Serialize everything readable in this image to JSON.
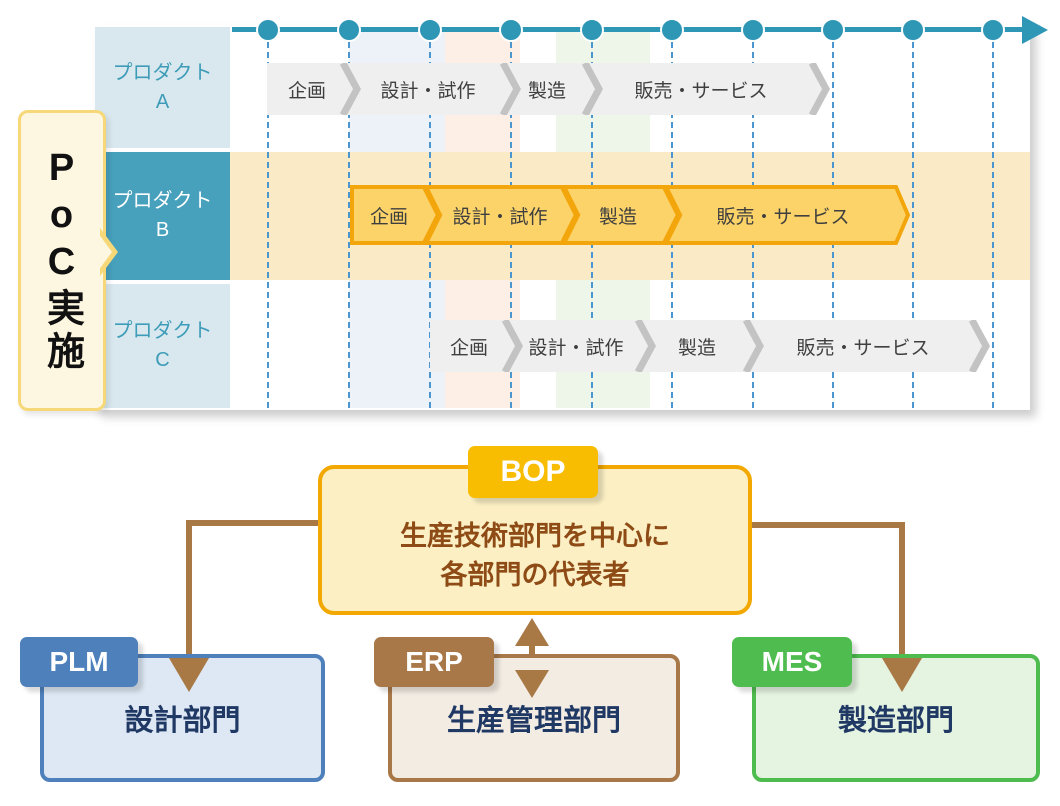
{
  "poc": {
    "label": "PoC実施"
  },
  "products": [
    {
      "name_line1": "プロダクト",
      "name_line2": "A",
      "phases": [
        "企画",
        "設計・試作",
        "製造",
        "販売・サービス"
      ]
    },
    {
      "name_line1": "プロダクト",
      "name_line2": "B",
      "phases": [
        "企画",
        "設計・試作",
        "製造",
        "販売・サービス"
      ]
    },
    {
      "name_line1": "プロダクト",
      "name_line2": "C",
      "phases": [
        "企画",
        "設計・試作",
        "製造",
        "販売・サービス"
      ]
    }
  ],
  "org": {
    "bop": {
      "badge": "BOP",
      "line1": "生産技術部門を中心に",
      "line2": "各部門の代表者"
    },
    "plm": {
      "badge": "PLM",
      "name": "設計部門"
    },
    "erp": {
      "badge": "ERP",
      "name": "生産管理部門"
    },
    "mes": {
      "badge": "MES",
      "name": "製造部門"
    }
  },
  "colors": {
    "teal": "#2F97B6",
    "product_label_light": "#D8E8EE",
    "product_label_dark": "#47A0BC",
    "row_highlight": "#FAEBC6",
    "gold_fill": "#FBD368",
    "gold_border": "#F2A60B",
    "gray_fill": "#EFEFEF",
    "gray_chevron": "#C3C3C3",
    "dashed_line": "#4B96CF",
    "bop_border": "#F2A800",
    "bop_fill": "#FBEFC3",
    "bop_badge": "#F8BC00",
    "bop_text": "#8E4B16",
    "connector_brown": "#A87845",
    "plm_blue": "#4E80BC",
    "erp_brown": "#A87848",
    "mes_green": "#4FBC4F",
    "dept_text": "#1F3864"
  }
}
